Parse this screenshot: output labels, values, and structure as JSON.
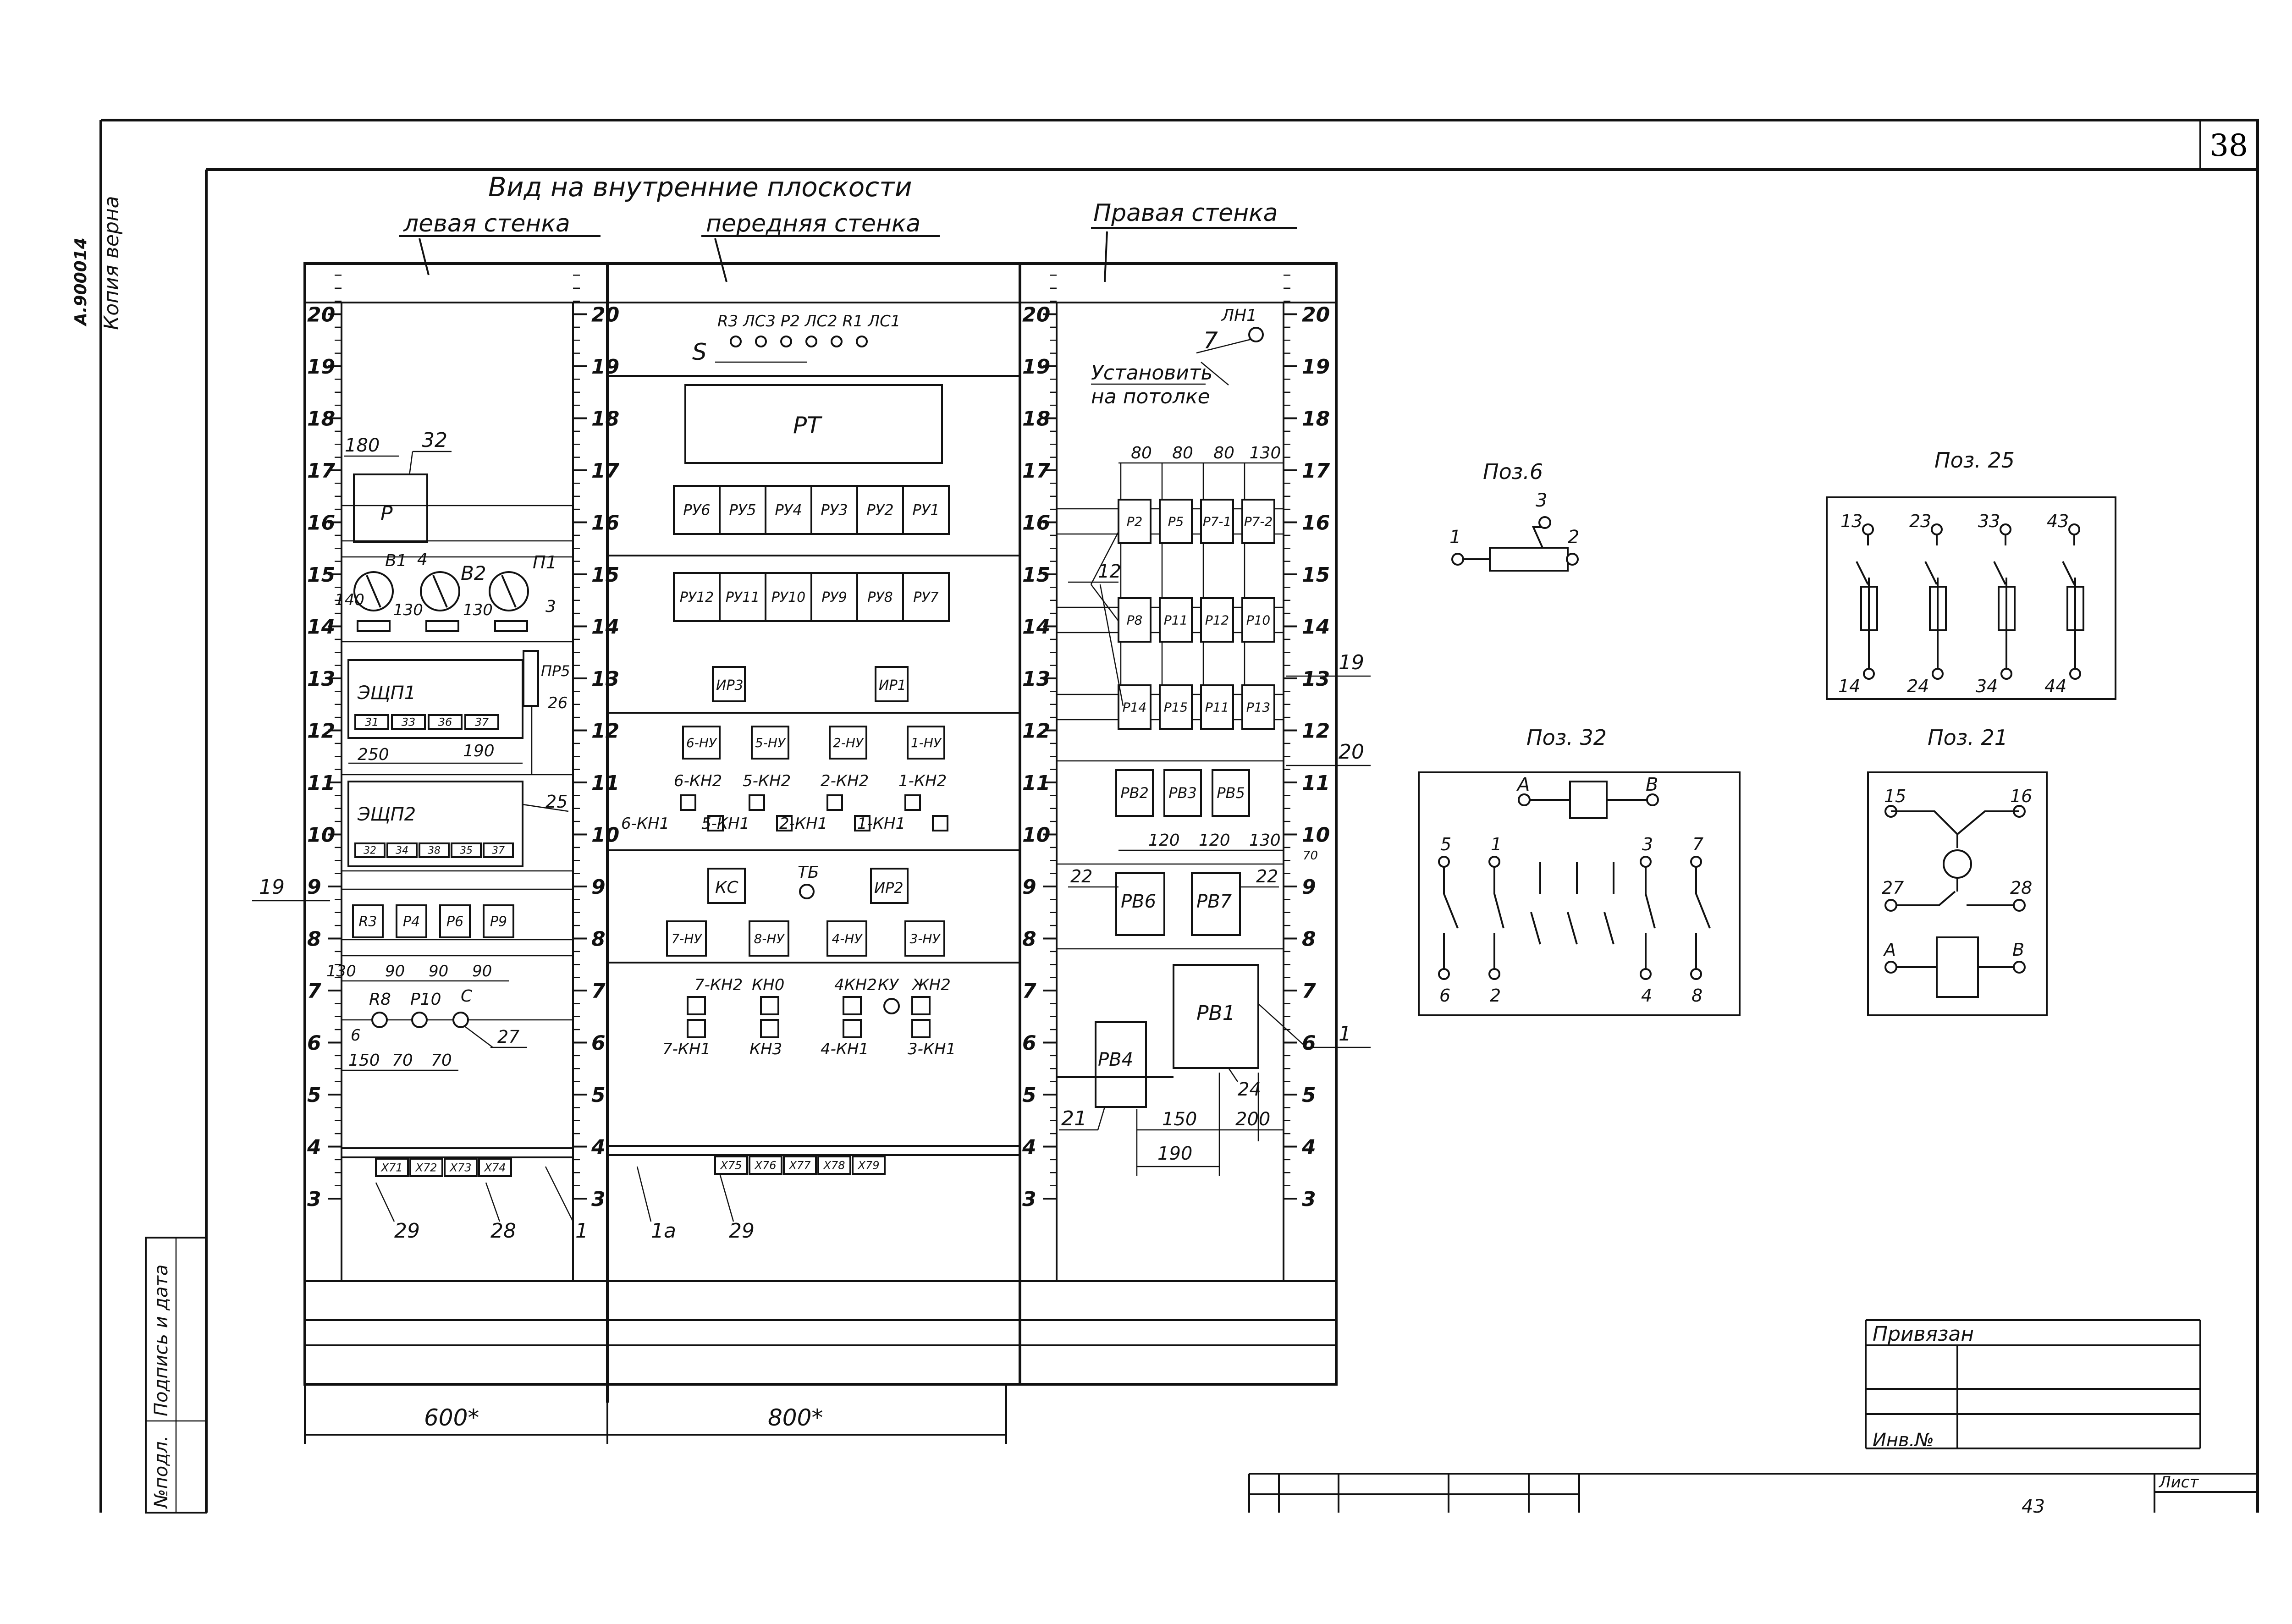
{
  "sheet_number": "38",
  "side_notes": {
    "archive": "А.900014",
    "copy": "Копия верна"
  },
  "heading": "Вид на внутренние плоскости",
  "walls": {
    "left": "левая стенка",
    "front": "передняя стенка",
    "right": "Правая стенка"
  },
  "ruler": [
    "3",
    "4",
    "5",
    "6",
    "7",
    "8",
    "9",
    "10",
    "11",
    "12",
    "13",
    "14",
    "15",
    "16",
    "17",
    "18",
    "19",
    "20"
  ],
  "left_wall": {
    "dims": {
      "d180": "180",
      "pos32": "32",
      "p": "P",
      "b1": "B1",
      "b4": "4",
      "b2": "B2",
      "p1": "П1",
      "d140": "140",
      "d130a": "130",
      "d130b": "130",
      "d3": "3",
      "esh1": "ЭЩП1",
      "prs": "ПР5",
      "d26": "26",
      "d250": "250",
      "d190": "190",
      "esh2": "ЭЩП2",
      "pos25": "25",
      "pos19": "19",
      "d130c": "130",
      "d90a": "90",
      "d90b": "90",
      "d90c": "90",
      "r8": "R8",
      "p10": "P10",
      "c": "C",
      "d6": "6",
      "d150": "150",
      "d70a": "70",
      "d70b": "70",
      "pos27": "27",
      "pos29": "29",
      "pos28": "28",
      "pos1": "1"
    },
    "row1": [
      "31",
      "33",
      "36",
      "37"
    ],
    "row2": [
      "32",
      "34",
      "38",
      "35",
      "37"
    ],
    "relays": [
      "R3",
      "P4",
      "P6",
      "P9"
    ],
    "terminals": [
      "X71",
      "X72",
      "X73",
      "X74"
    ]
  },
  "front_wall": {
    "top_labels": "R3 ЛС3 P2 ЛС2 R1 ЛС1",
    "s_label": "S",
    "pt": "PT",
    "ru_row1": [
      "PУ6",
      "PУ5",
      "PУ4",
      "PУ3",
      "PУ2",
      "PУ1"
    ],
    "ru_row2": [
      "PУ12",
      "PУ11",
      "PУ10",
      "PУ9",
      "PУ8",
      "PУ7"
    ],
    "ir": [
      "ИР3",
      "ИР1"
    ],
    "kn_boxes": [
      "6-НУ",
      "5-НУ",
      "2-НУ",
      "1-НУ"
    ],
    "kn2": [
      "6-КН2",
      "5-КН2",
      "2-КН2",
      "1-КН2"
    ],
    "kn1": [
      "6-КН1",
      "5-КН1",
      "2-КН1",
      "1-КН1"
    ],
    "kc": "КС",
    "tb": "ТБ",
    "ir2": "ИР2",
    "nu_row": [
      "7-НУ",
      "8-НУ",
      "4-НУ",
      "3-НУ"
    ],
    "bot_top": [
      "7-КН2",
      "КН0",
      "4КН2",
      "КУ",
      "ЖН2"
    ],
    "bot_bot": [
      "7-КН1",
      "КН3",
      "4-КН1",
      "3-КН1"
    ],
    "terminals": [
      "X75",
      "X76",
      "X77",
      "X78",
      "X79"
    ],
    "pos1a": "1а",
    "pos29": "29"
  },
  "right_wall": {
    "ln1": "ЛН1",
    "pos7": "7",
    "note1": "Установить",
    "note2": "на потолке",
    "dims_top": [
      "80",
      "80",
      "80",
      "130"
    ],
    "row1": [
      "P2",
      "P5",
      "P7-1",
      "P7-2"
    ],
    "row2": [
      "P8",
      "P11",
      "P12",
      "P10"
    ],
    "row3": [
      "P14",
      "P15",
      "P11",
      "P13"
    ],
    "pos12": "12",
    "pos19": "19",
    "pos20": "20",
    "row4": [
      "PB2",
      "PB3",
      "PB5"
    ],
    "dims_mid": [
      "120",
      "120",
      "130"
    ],
    "d70": "70",
    "pb6": "PB6",
    "pb7": "PB7",
    "pos22a": "22",
    "pos22b": "22",
    "pb1": "PB1",
    "pb4": "PB4",
    "pos1": "1",
    "pos24": "24",
    "pos21": "21",
    "d150": "150",
    "d200": "200",
    "d190": "190"
  },
  "dims_bottom": {
    "left": "600*",
    "front": "800*"
  },
  "pos6": {
    "title": "Поз.6",
    "n1": "1",
    "n2": "2",
    "n3": "3"
  },
  "pos25": {
    "title": "Поз. 25",
    "top": [
      "13",
      "23",
      "33",
      "43"
    ],
    "bot": [
      "14",
      "24",
      "34",
      "44"
    ]
  },
  "pos32": {
    "title": "Поз. 32",
    "a": "A",
    "b": "B",
    "top": [
      "5",
      "1",
      "3",
      "7"
    ],
    "bot": [
      "6",
      "2",
      "4",
      "8"
    ]
  },
  "pos21": {
    "title": "Поз. 21",
    "n15": "15",
    "n16": "16",
    "n27": "27",
    "n28": "28",
    "a": "A",
    "b": "B"
  },
  "title_block": {
    "bound": "Привязан",
    "inv": "Инв.№",
    "sheet": "Лист",
    "sheet_no": "43"
  },
  "side_strip": {
    "sign": "Подпись и дата",
    "orig": "№подл."
  }
}
